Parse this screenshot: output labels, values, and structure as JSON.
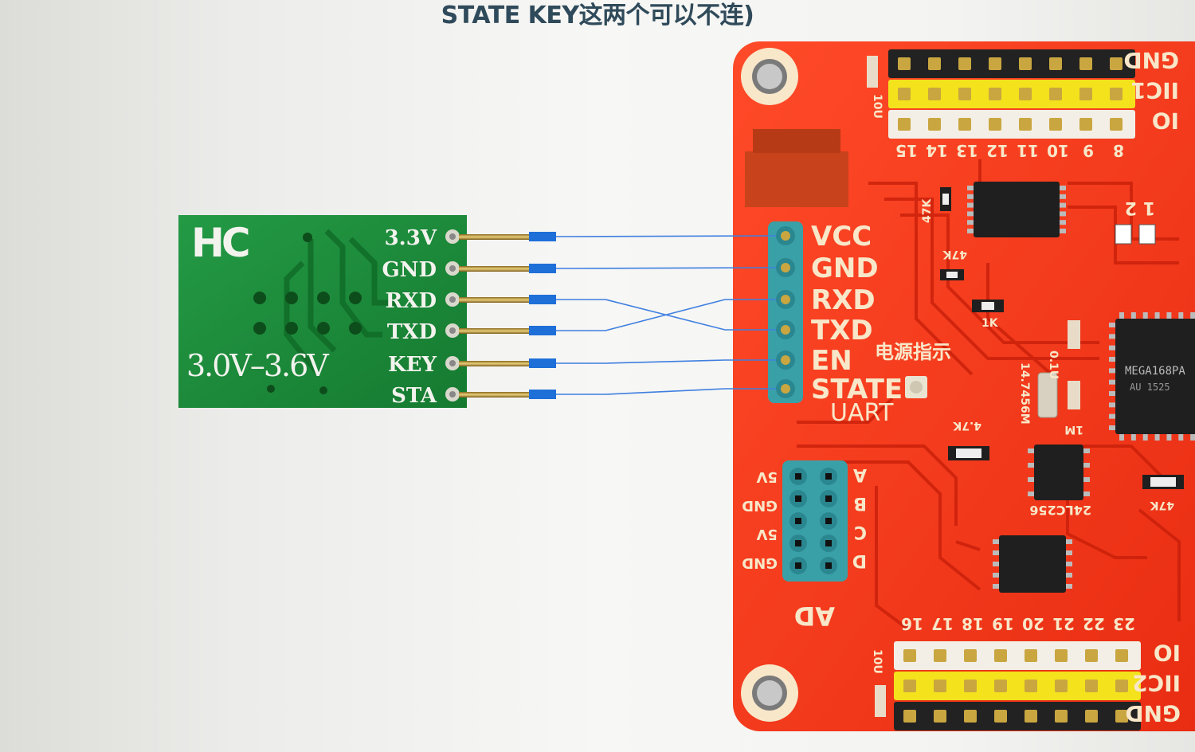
{
  "caption": "STATE KEY这两个可以不连)",
  "module": {
    "logo": "HC",
    "voltage": "3.0V–3.6V",
    "pins": [
      "3.3V",
      "GND",
      "RXD",
      "TXD",
      "KEY",
      "STA"
    ],
    "color": "#1f8a3a"
  },
  "board": {
    "color": "#f4381e",
    "uart_pins": [
      "VCC",
      "GND",
      "RXD",
      "TXD",
      "EN",
      "STATE"
    ],
    "uart_title": "UART",
    "power_label": "电源指示",
    "top_header_numbers": [
      "15",
      "14",
      "13",
      "12",
      "11",
      "10",
      "9",
      "8"
    ],
    "bottom_header_numbers": [
      "16",
      "17",
      "18",
      "19",
      "20",
      "21",
      "22",
      "23"
    ],
    "ad_left": [
      "5V",
      "GND",
      "5V",
      "GND"
    ],
    "ad_right": [
      "A",
      "B",
      "C",
      "D"
    ],
    "ad_title": "AD",
    "side_labels_top": [
      "GND",
      "IIC1",
      "IO"
    ],
    "side_labels_bottom": [
      "IO",
      "IIC2",
      "GND"
    ],
    "chip_labels": {
      "mcu": "MEGA168PA",
      "mcu_sub": "AU 1525",
      "eeprom": "24LC256",
      "crystal": "14.7456M"
    },
    "component_labels": {
      "r1": "47K",
      "r2": "47K",
      "r3": "1K",
      "r4": "4.7K",
      "r5": "47K",
      "c1": "0.1U",
      "c2": "1M",
      "c3": "10U",
      "c4": "10U",
      "jp": "1 2"
    }
  },
  "wires": [
    {
      "from": "3.3V",
      "to": "VCC"
    },
    {
      "from": "GND",
      "to": "GND"
    },
    {
      "from": "RXD",
      "to": "TXD"
    },
    {
      "from": "TXD",
      "to": "RXD"
    },
    {
      "from": "KEY",
      "to": "EN"
    },
    {
      "from": "STA",
      "to": "STATE"
    }
  ],
  "wire_color": "#3f7fe0"
}
